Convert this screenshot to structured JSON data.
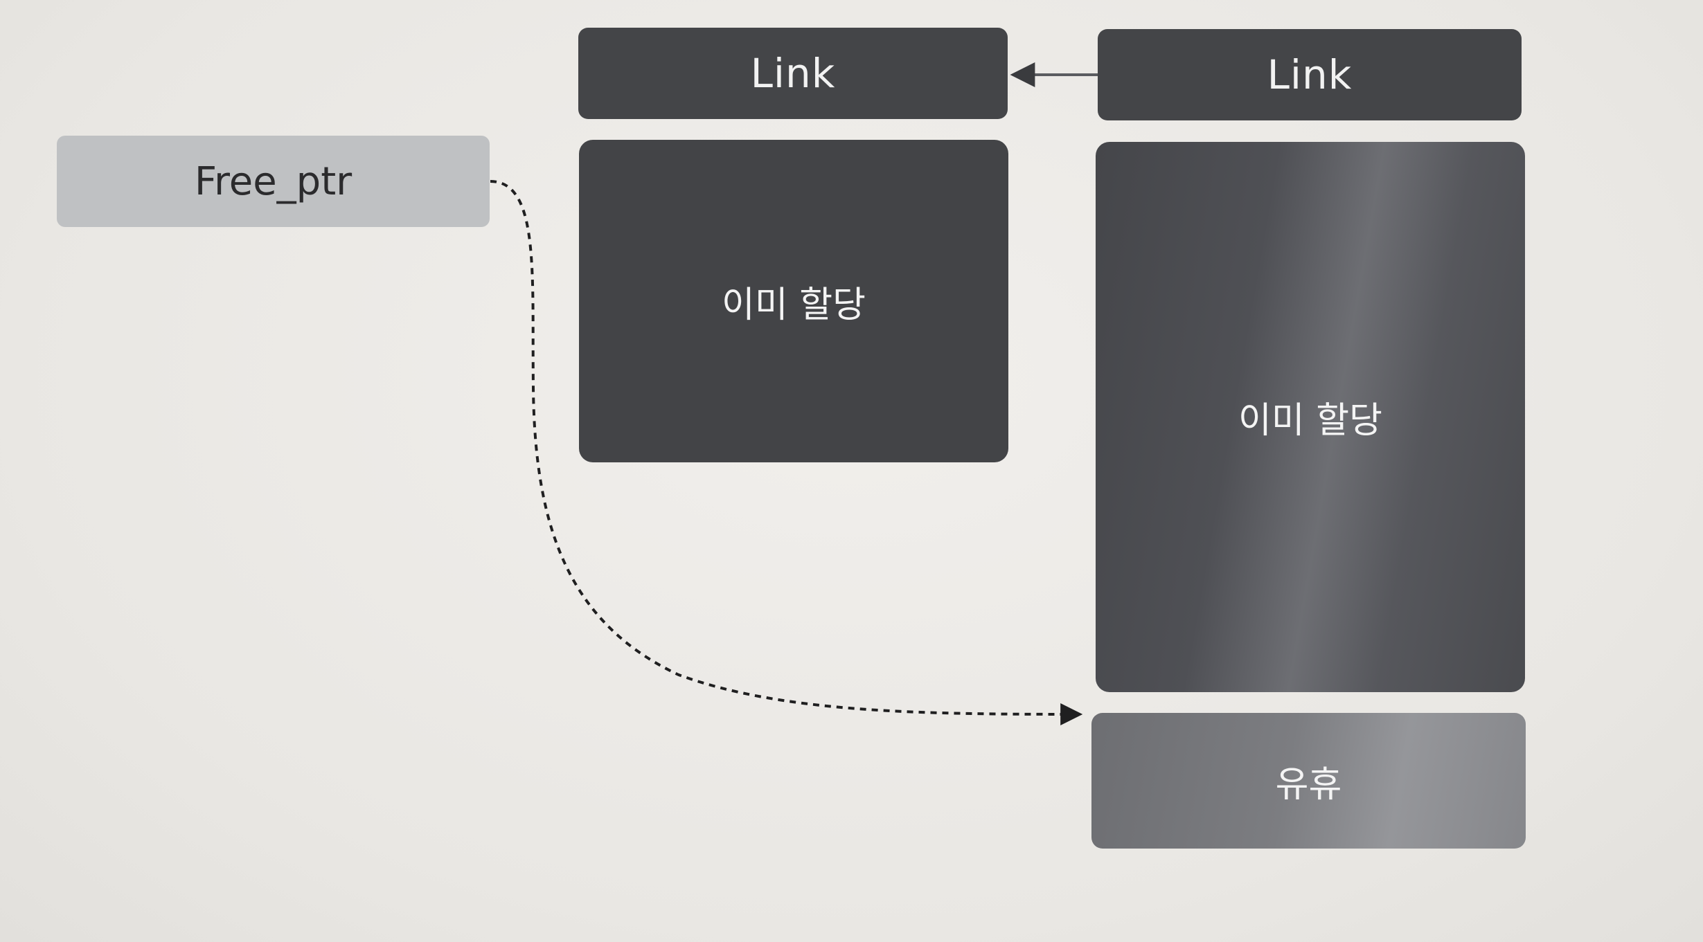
{
  "diagram": {
    "free_ptr_label": "Free_ptr",
    "block_left": {
      "link_label": "Link",
      "body_label": "이미 할당"
    },
    "block_right": {
      "link_label": "Link",
      "body_label": "이미 할당",
      "free_label": "유휴"
    },
    "colors": {
      "block_dark": "#444548",
      "free_ptr_box": "#bfc1c3",
      "idle_box": "#7c7d81",
      "arrow": "#2a2a2a"
    }
  }
}
